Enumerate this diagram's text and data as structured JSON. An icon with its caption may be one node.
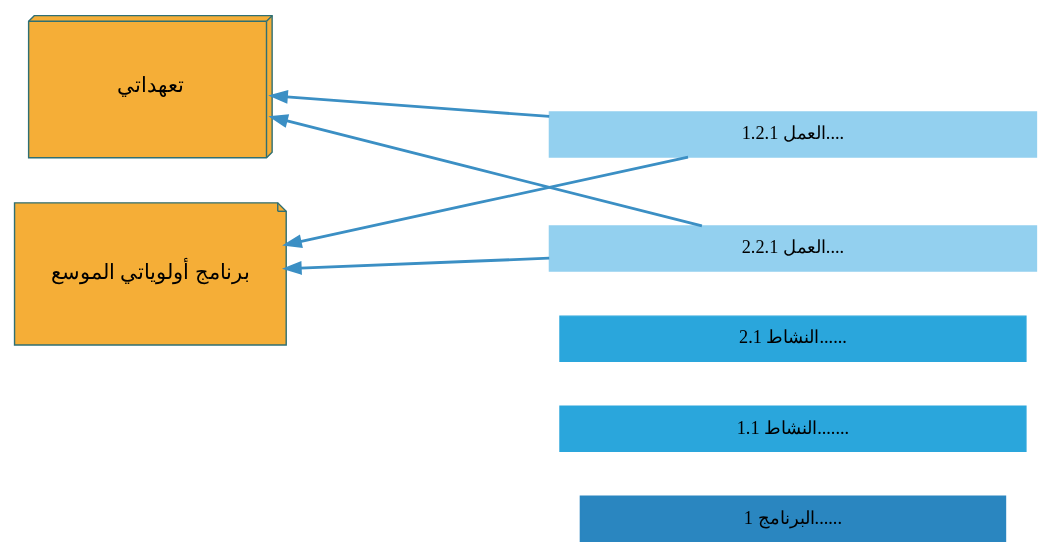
{
  "diagram": {
    "nodes": [
      {
        "text": [
          "البرنامج 1......"
        ]
      },
      {
        "text": [
          "النشاط 1.1......."
        ]
      },
      {
        "text": [
          "النشاط 2.1......"
        ]
      },
      {
        "text": [
          "العمل 1.2.1...."
        ]
      },
      {
        "text": [
          "العمل 2.2.1...."
        ]
      },
      {
        "text": [
          "تعهداتي"
        ]
      },
      {
        "text": [
          "برنامج أولوياتي الموسع"
        ]
      }
    ],
    "edges": [
      {
        "from": 3,
        "to": 5,
        "arrow": "to"
      },
      {
        "from": 3,
        "to": 6,
        "arrow": "to"
      },
      {
        "from": 4,
        "to": 5,
        "arrow": "to"
      },
      {
        "from": 4,
        "to": 6,
        "arrow": "to"
      }
    ]
  }
}
